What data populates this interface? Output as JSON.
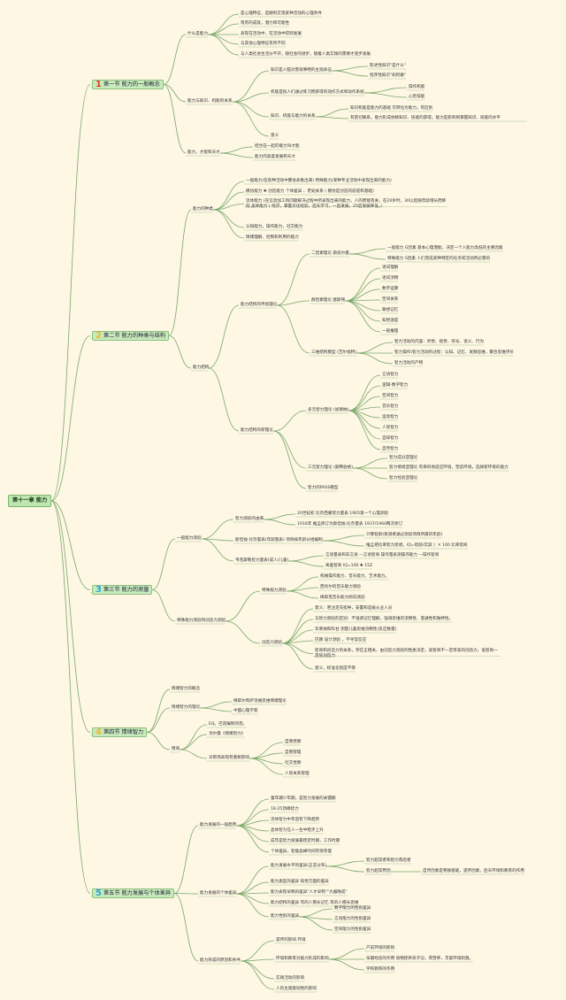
{
  "root": "第十一章 能力",
  "sections": [
    {
      "num": "1",
      "num_color": "#e23b2e",
      "title": "第一节 能力的一般概念",
      "items": {
        "what": "什么是能力",
        "what_children": [
          "是心理特征，是顺利实现某种活动的心理条件",
          "现有的成就，潜力和可能性",
          "表现在活动中，在活动中得到发展",
          "与其他心理特征有所不同",
          "与人类社会生活分不开，随社会的进步，随着人类实践的需要才逐步发展"
        ],
        "rel": "能力与知识、机能的关系",
        "rel_k": "知识是人脑对客观事物的主观表征",
        "rel_k_children": [
          "陈述性知识\"是什么\"",
          "程序性知识\"如何做\""
        ],
        "rel_s": "机能是指人们通过练习而获得的动作方式和动作系统",
        "rel_s_children": [
          "操作机能",
          "心智技能"
        ],
        "rel_ks": "知识、机能与能力的关系",
        "rel_ks_children": [
          "知识机能是能力的基础 可转化为能力，有区别",
          "有密切联系。能力形成依赖知识、技能的获得。能力是影响到掌握知识、技能的水平"
        ],
        "rel_m": "意义",
        "talent": "能力、才能和天才",
        "talent_children": [
          "结合在一起的能力叫才能",
          "能力的高度发展称天才"
        ]
      }
    },
    {
      "num": "2",
      "num_color": "#f2b632",
      "title": "第二节 能力的种类与结构",
      "items": {
        "kinds": "能力的种类",
        "kinds_children": [
          "一般能力(在各种活动中都会表象出来) 特殊能力(某种专业活动中表现出来的能力)",
          "模仿能力 ✚ 创造能力 个体差异 、老幼关系 ( 模仿是创造的前提和基础)",
          "流体能力 (在信息加工和问题解决过程中所表现出来的能力，人的原能有关，在20岁时，30以后随年龄增长而降低 晶体能力 ( 经济，掌握文化经验，后天学习，一直发展，25后发展降低。)",
          "认知能力，操作能力，社交能力",
          "情绪理解、控制和利用的能力"
        ],
        "structure": "能力结构",
        "trad": "能力结构的传统理论",
        "two_factor": "二因素理论 斯皮尔曼",
        "two_factor_children": [
          "一般能力 G因素 基本心理潜能，决定一个人能力高低的主要因素",
          "特殊能力 S因素 人们完成某种特定的任务或活动所必需的"
        ],
        "group_factor": "群因素理论 瑟斯顿",
        "group_factor_children": [
          "语词理解",
          "语词流畅",
          "数字运算",
          "空间关系",
          "联想记忆",
          "知觉速度",
          "一般推理"
        ],
        "three_d": "三维结构模型 (吉尔福特)",
        "three_d_children": [
          "智力活动的内容：听觉、视觉、符号、语义、行为",
          "智力操作(智力活动的过程：认知、记忆、发散思维，聚合思维评价",
          "智力活动的产物"
        ],
        "new": "能力结构的新理论",
        "multi": "多元智力理论 (加德纳)",
        "multi_children": [
          "言语智力",
          "逻辑-数学智力",
          "空间智力",
          "音乐智力",
          "运动智力",
          "人际智力",
          "自知智力",
          "自然智力"
        ],
        "triarchic": "三元智力理论 (斯腾伯格)",
        "triarchic_children": [
          "智力成分亚理论",
          "智力情境亚理论 有目的地适应环境，塑造环境，选择新环境的能力",
          "智力经验亚理论"
        ],
        "pass": "智力的PASS模型"
      }
    },
    {
      "num": "3",
      "num_color": "#27a7d6",
      "title": "第三节 能力的测量",
      "items": {
        "general": "一般能力测验",
        "origin": "智力测验的由来",
        "origin_children": [
          "20世纪初 比奈西蒙智力量表 1905第一个心理测验",
          "1916年 推孟修订为斯坦福-比奈量表 1937/1960两次修订"
        ],
        "binet": "斯坦福-比奈量表(年龄量表) 项目按年龄分组编制",
        "binet_children": [
          "计算智龄(受测者通过测验项目所属的年龄)",
          "推孟把比率智力思想，IQ=智龄/实龄 ）✕ 100 比率智商"
        ],
        "wechsler": "韦克斯勒智力量表(成人/儿童)",
        "wechsler_children": [
          "言语量表和非言语 —言语智商 操作量表测操作能力 —操作智商",
          "离差智商 IQ=100 ✚ 15Z"
        ],
        "special": "特殊能力测验和创造力测验",
        "sp": "特殊能力测验",
        "sp_children": [
          "机械操作能力、音乐能力、艺术能力。",
          "西肖尔的音乐能力测验",
          "梅耶克音乐能力倾向测验"
        ],
        "creat": "创造力测验",
        "creat_children": [
          "意义：吧注定向指导，安置和选拔从业人员",
          "与智力测验的区别：不强调记忆理解，强调思维的流畅性、变通性和独特性。",
          "华莱纳和科甘 测量儿童思维流畅性(反应数量)",
          "巴朗 设计测验 ，不寻常反应",
          "智商和创造力的关系，存在正相关，由创造力测验的性质决定，高智商不一定有高的创造力，低智商一定低创造力",
          "意义，标准化程度不够"
        ]
      }
    },
    {
      "num": "4",
      "num_color": "#f2b632",
      "title": "第四节 情绪智力",
      "items": {
        "concept": "情绪智力的概念",
        "theory": "情绪智力的理论",
        "theory_children": [
          "梅耶尔和萨洛维思维情绪理论",
          "中国心理学家"
        ],
        "influence": "情商",
        "influence_children": [
          "EQ。巴昂编制问卷。",
          "戈尔曼《情绪智力》"
        ],
        "career": "对职场表现有重要影响",
        "career_children": [
          "自我觉察",
          "自我管理",
          "社交觉察",
          "人际关系管理"
        ]
      }
    },
    {
      "num": "5",
      "num_color": "#27a7d6",
      "title": "第五节 能力发展与个体差异",
      "items": {
        "trend": "能力发展的一般趋势",
        "trend_children": [
          "童年期少年期，是智力发展的关键期",
          "18-25顶峰智力",
          "流体智力中年后有下降趋势",
          "晶体智力在人一生中稳步上升",
          "成年是智力发展最稳定时期，工作时期",
          "个体差异，智能晶峰时间有快有慢"
        ],
        "indiv": "能力发展的个体差异",
        "level": "能力发展水平的差异(正态分布)",
        "level_children": [
          "智力超常者和智力落后者",
          "智力超常原因"
        ],
        "level_reason": "自然因素是物质基础，遗传因素，后天环境和教育的作用",
        "type": "能力类型的差异 知觉方面的差异",
        "early": "能力表现早晚的差异\"人才早熟\"\"大器晚成\"",
        "struct": "能力结构的差异 有的人擅长记忆 有的人擅长思维",
        "gender": "能力性别的差异",
        "gender_children": [
          "数学能力的性别差异",
          "言语能力的性别差异",
          "空间能力的性别差异"
        ],
        "factors": "能力形成的原因和条件",
        "heredity": "遗传的影响 环境",
        "env": "环境和教育对能力形成的影响",
        "env_children": [
          "产前环境的影响",
          "早期经验的作用 动物抚养孩子😊，育营养，丰富环境刺激。",
          "学校教育的作用"
        ],
        "practice": "实践活动的影响",
        "subjective": "人的主观能动性的影响"
      }
    }
  ]
}
